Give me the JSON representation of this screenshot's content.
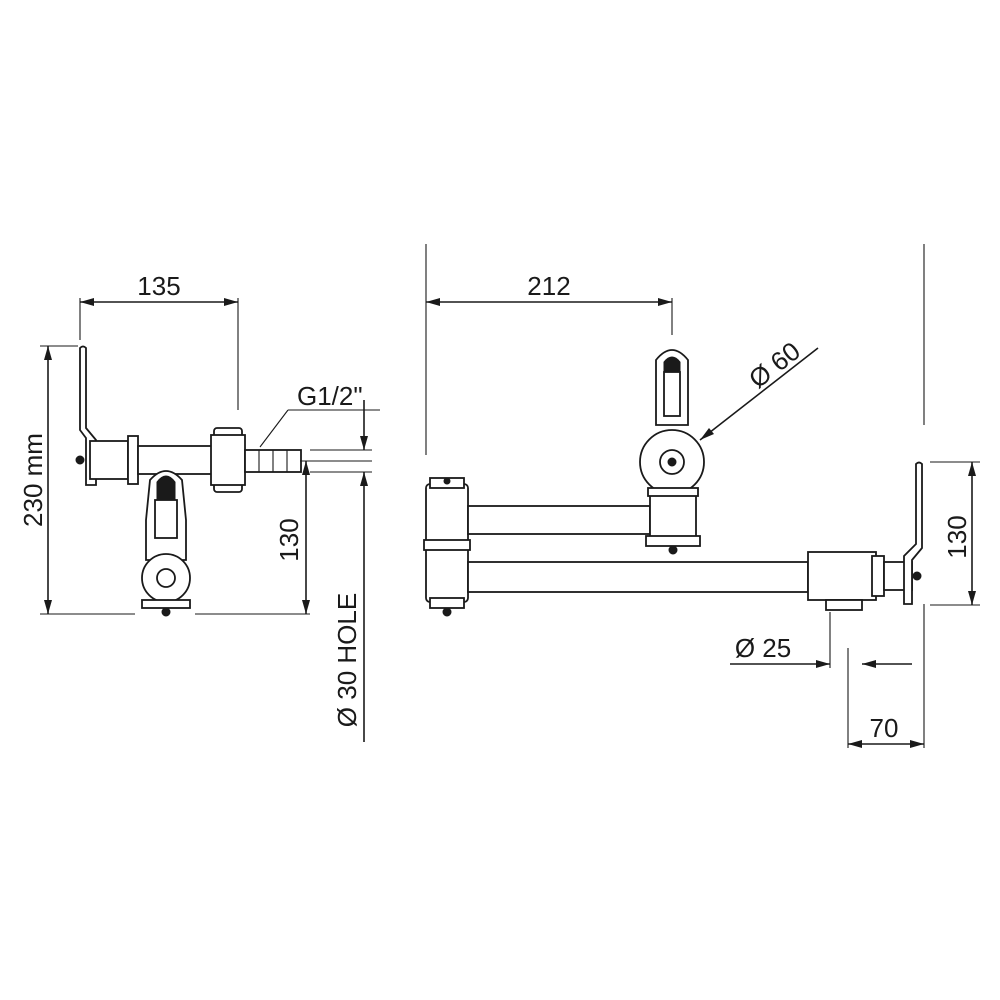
{
  "dimensions": {
    "side_width": "135",
    "side_height": "230 mm",
    "side_inlet_height": "130",
    "thread": "G1/2\"",
    "hole": "Ø 30  HOLE",
    "front_reach": "212",
    "handle_dia": "Ø 60",
    "front_height": "130",
    "outlet_dia": "Ø 25",
    "wall_offset": "70"
  },
  "colors": {
    "line": "#1a1a1a",
    "background": "#ffffff"
  }
}
